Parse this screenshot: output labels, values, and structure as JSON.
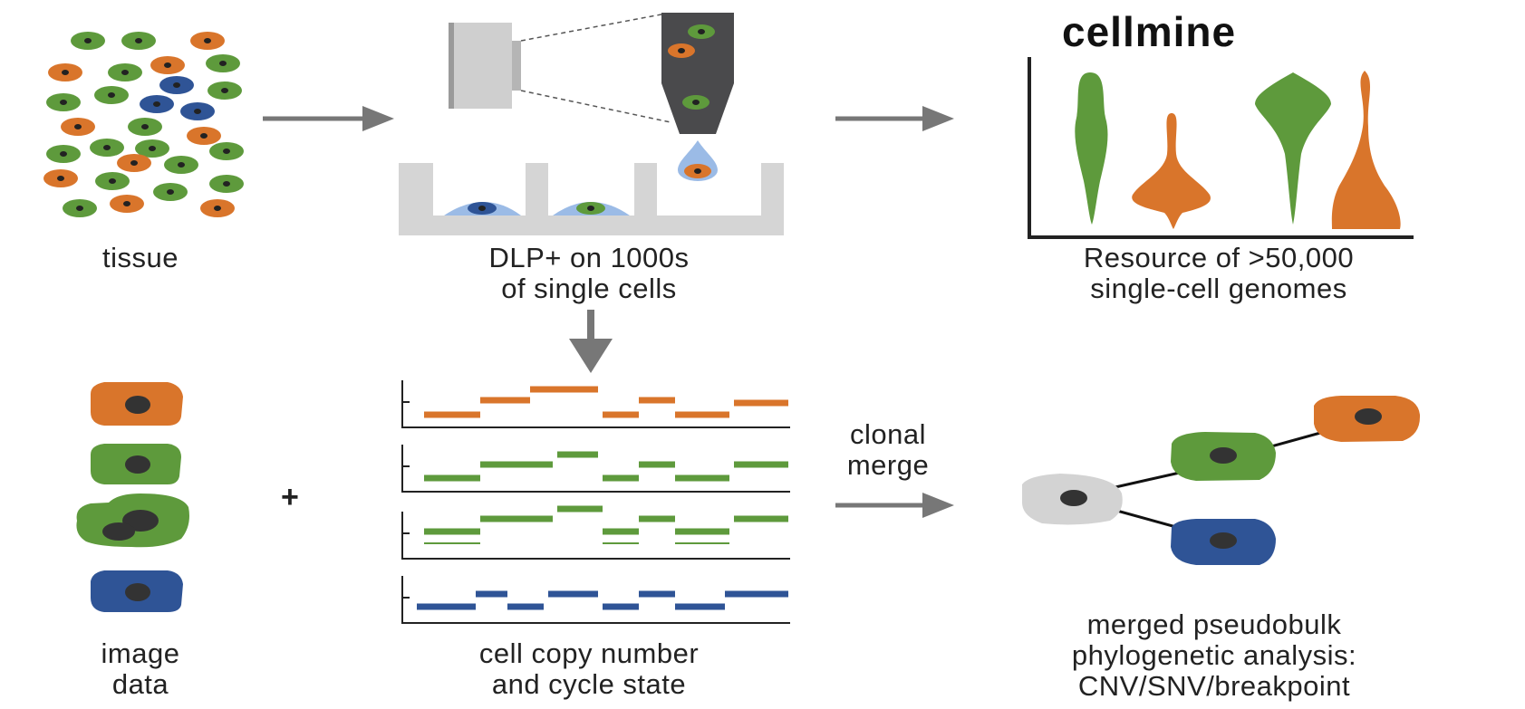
{
  "colors": {
    "orange": "#d9752b",
    "green": "#5e9a3c",
    "blue": "#2f5496",
    "grey_cell": "#d3d3d3",
    "nucleus": "#333333",
    "arrow": "#777777",
    "well": "#d5d5d5",
    "droplet": "#9bbbe6",
    "nozzle": "#4a4a4c",
    "axis": "#222222"
  },
  "labels": {
    "tissue": "tissue",
    "dlp_line1": "DLP+ on 1000s",
    "dlp_line2": "of single cells",
    "cellmine_title": "cellmine",
    "resource_line1": "Resource of >50,000",
    "resource_line2": "single-cell genomes",
    "image_line1": "image",
    "image_line2": "data",
    "plus": "+",
    "copy_line1": "cell copy number",
    "copy_line2": "and cycle state",
    "clonal_line1": "clonal",
    "clonal_line2": "merge",
    "merged_line1": "merged pseudobulk",
    "merged_line2": "phylogenetic analysis:",
    "merged_line3": "CNV/SNV/breakpoint"
  },
  "icons": [
    "tissue-cells-icon",
    "microscope-objective-icon",
    "dispensing-nozzle-icon",
    "nanowell-plate-icon",
    "violin-plot-icon",
    "cell-image-icon",
    "copy-number-track-icon",
    "phylogenetic-tree-icon",
    "arrow-right-icon",
    "arrow-down-icon"
  ]
}
